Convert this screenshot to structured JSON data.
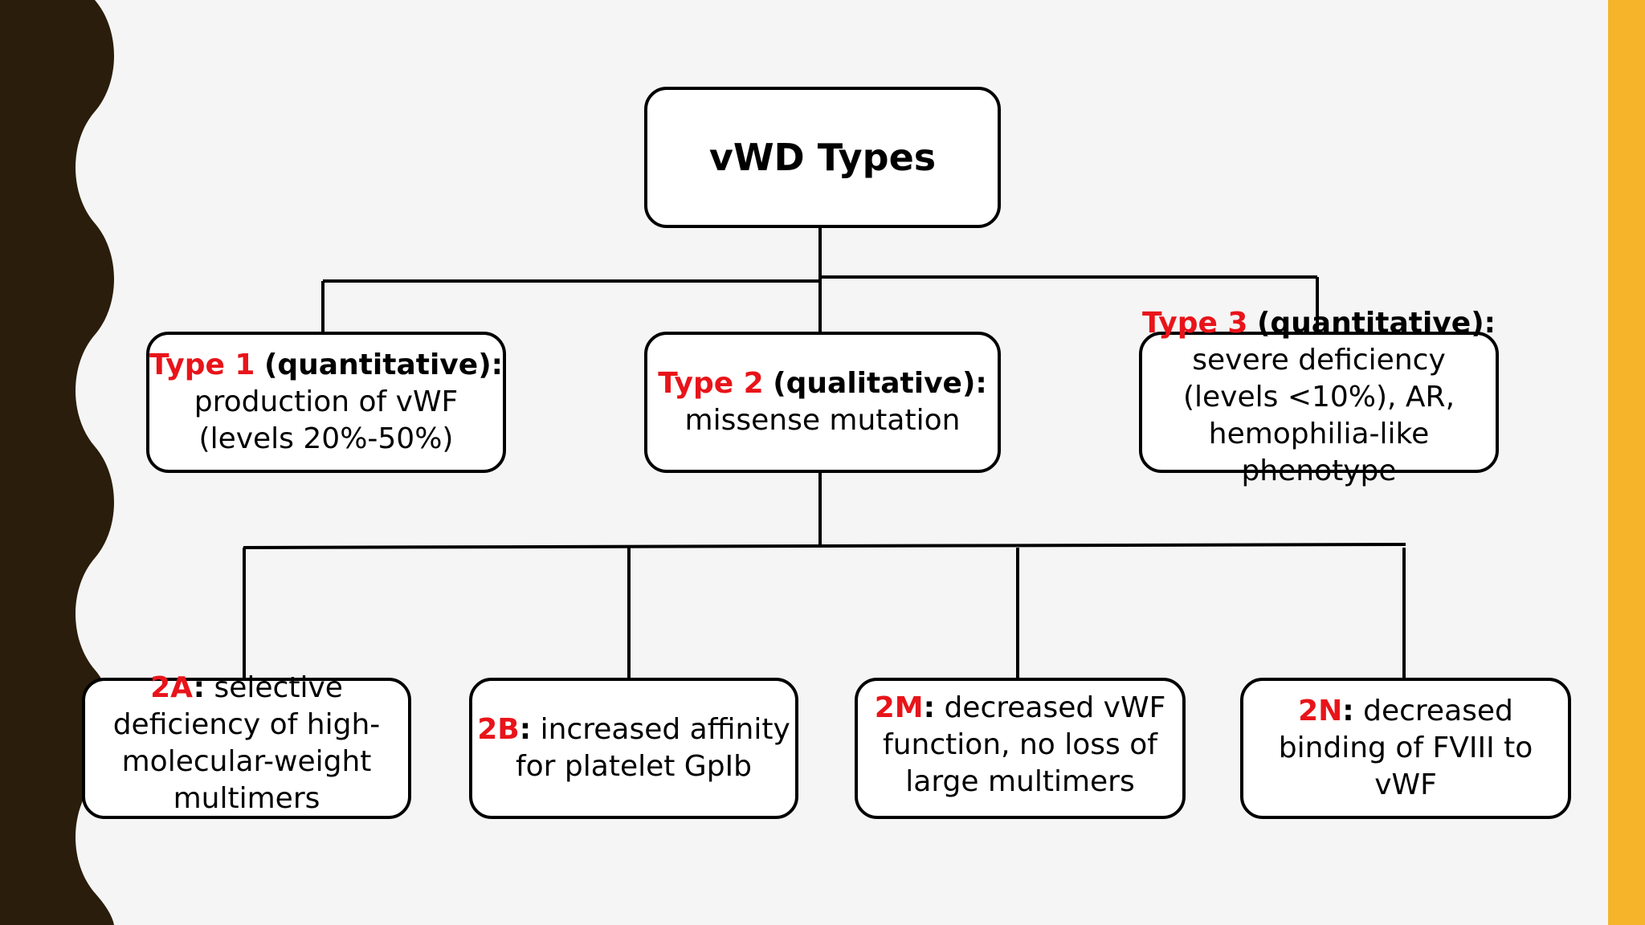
{
  "root": {
    "title": "vWD Types"
  },
  "type1": {
    "label": "Type 1",
    "qualifier": "(quantitative):",
    "lines": [
      "production of vWF",
      "(levels 20%-50%)"
    ]
  },
  "type2": {
    "label": "Type 2",
    "qualifier": "(qualitative):",
    "lines": [
      "missense mutation"
    ]
  },
  "type3": {
    "label": "Type 3",
    "qualifier": "(quantitative):",
    "lines": [
      "severe deficiency",
      "(levels <10%), AR,",
      "hemophilia-like",
      "phenotype"
    ]
  },
  "subtype_2a": {
    "label": "2A",
    "colon": ":",
    "first": "selective",
    "lines": [
      "deficiency of high-",
      "molecular-weight",
      "multimers"
    ]
  },
  "subtype_2b": {
    "label": "2B",
    "colon": ":",
    "first": "increased affinity",
    "lines": [
      "for platelet GpIb"
    ]
  },
  "subtype_2m": {
    "label": "2M",
    "colon": ":",
    "first": "decreased vWF",
    "lines": [
      "function, no loss of",
      "large multimers"
    ]
  },
  "subtype_2n": {
    "label": "2N",
    "colon": ":",
    "first": "decreased",
    "lines": [
      "binding of FVIII to",
      "vWF"
    ]
  },
  "colors": {
    "emphasis_red": "#e8141a",
    "left_band": "#2a1d0b",
    "right_band": "#f6b42b",
    "background": "#f5f5f5"
  }
}
